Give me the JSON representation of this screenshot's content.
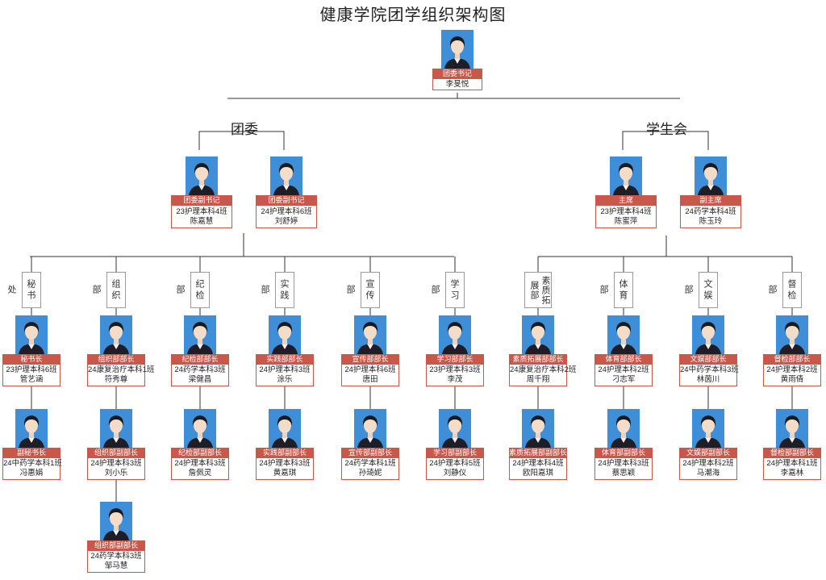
{
  "title": "健康学院团学组织架构图",
  "groups": {
    "tuanwei": "团委",
    "xueshenghui": "学生会"
  },
  "top": {
    "role": "团委书记",
    "class": "",
    "name": "李旻悦"
  },
  "level2": [
    {
      "role": "团委副书记",
      "class": "23护理本科4班",
      "name": "陈嘉慧"
    },
    {
      "role": "团委副书记",
      "class": "24护理本科6班",
      "name": "刘舒婷"
    },
    {
      "role": "主席",
      "class": "23护理本科4班",
      "name": "陈蜜萍"
    },
    {
      "role": "副主席",
      "class": "24药学本科4班",
      "name": "陈玉玲"
    }
  ],
  "depts": [
    {
      "label": "秘书处",
      "members": [
        {
          "role": "秘书长",
          "class": "23护理本科6班",
          "name": "管艺涵"
        },
        {
          "role": "副秘书长",
          "class": "24中药学本科1班",
          "name": "冯惠娟"
        }
      ]
    },
    {
      "label": "组织部",
      "members": [
        {
          "role": "组织部部长",
          "class": "24康复治疗本科1班",
          "name": "符秀尊"
        },
        {
          "role": "组织部副部长",
          "class": "24护理本科3班",
          "name": "刘小乐"
        },
        {
          "role": "组织部副部长",
          "class": "24药学本科3班",
          "name": "邹马慧"
        }
      ]
    },
    {
      "label": "纪检部",
      "members": [
        {
          "role": "纪检部部长",
          "class": "24药学本科3班",
          "name": "梁健昌"
        },
        {
          "role": "纪检部副部长",
          "class": "24护理本科3班",
          "name": "詹佩灵"
        }
      ]
    },
    {
      "label": "实践部",
      "members": [
        {
          "role": "实践部部长",
          "class": "24护理本科3班",
          "name": "涂乐"
        },
        {
          "role": "实践部副部长",
          "class": "24护理本科3班",
          "name": "黄嘉琪"
        }
      ]
    },
    {
      "label": "宣传部",
      "members": [
        {
          "role": "宣传部部长",
          "class": "24护理本科6班",
          "name": "唐田"
        },
        {
          "role": "宣传部副部长",
          "class": "24药学本科1班",
          "name": "孙琦妮"
        }
      ]
    },
    {
      "label": "学习部",
      "members": [
        {
          "role": "学习部部长",
          "class": "23护理本科3班",
          "name": "李茂"
        },
        {
          "role": "学习部副部长",
          "class": "24护理本科5班",
          "name": "刘静仪"
        }
      ]
    },
    {
      "label": "素质拓展部",
      "members": [
        {
          "role": "素质拓展部部长",
          "class": "24康复治疗本科2班",
          "name": "周千翔"
        },
        {
          "role": "素质拓展部副部长",
          "class": "24护理本科4班",
          "name": "欧阳嘉琪"
        }
      ]
    },
    {
      "label": "体育部",
      "members": [
        {
          "role": "体育部部长",
          "class": "24护理本科2班",
          "name": "刁志军"
        },
        {
          "role": "体育部副部长",
          "class": "24护理本科3班",
          "name": "蔡思颖"
        }
      ]
    },
    {
      "label": "文娱部",
      "members": [
        {
          "role": "文娱部部长",
          "class": "24中药学本科3班",
          "name": "林茵川"
        },
        {
          "role": "文娱部副部长",
          "class": "24护理本科2班",
          "name": "马潮海"
        }
      ]
    },
    {
      "label": "督检部",
      "members": [
        {
          "role": "督检部部长",
          "class": "24护理本科2班",
          "name": "黄雨倩"
        },
        {
          "role": "督检部副部长",
          "class": "24护理本科1班",
          "name": "李嘉林"
        }
      ]
    }
  ],
  "colors": {
    "role_bar": "#c9574a",
    "photo_bg": "#3f8fd8",
    "line": "#333333"
  }
}
